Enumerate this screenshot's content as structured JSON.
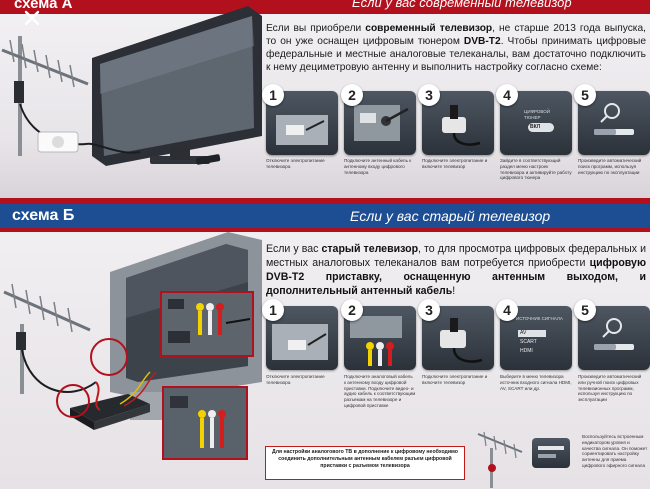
{
  "schemeA": {
    "label": "схема А",
    "title": "Если у вас современный телевизор",
    "para_1": "Если вы приобрели ",
    "para_bold1": "современный телевизор",
    "para_2": ", не старше 2013 года выпуска, то он уже оснащен цифровым тюнером ",
    "para_bold2": "DVB-T2",
    "para_3": ". Чтобы принимать цифровые федеральные и местные аналоговые телеканалы, вам достаточно подключить к нему дециметровую антенну и выполнить настройку согласно схеме:",
    "steps": [
      {
        "num": "1",
        "caption": "Отключите электропитание телевизора"
      },
      {
        "num": "2",
        "caption": "Подключите антенный кабель к антенному входу цифрового телевизора"
      },
      {
        "num": "3",
        "caption": "Подключите электропитание и включите телевизор"
      },
      {
        "num": "4",
        "caption": "Зайдите в соответствующий раздел меню настроек телевизора и активируйте работу цифрового тюнера",
        "screen_text": "ЦИФРОВОЙ ТЮНЕР",
        "toggle_text": "ВКЛ"
      },
      {
        "num": "5",
        "caption": "Произведите автоматический поиск программ, используя инструкцию по эксплуатации"
      }
    ]
  },
  "schemeB": {
    "label": "схема Б",
    "title": "Если у вас старый телевизор",
    "para_1": "Если у вас ",
    "para_bold1": "старый телевизор",
    "para_2": ", то для просмотра цифровых федеральных и местных аналоговых телеканалов вам потребуется приобрести ",
    "para_bold2": "цифровую DVB-T2 приставку, оснащенную антенным выходом, и дополнительный антенный кабель",
    "para_3": "!",
    "steps": [
      {
        "num": "1",
        "caption": "Отключите электропитание телевизора"
      },
      {
        "num": "2",
        "caption": "Подключите аналоговый кабель к антенному входу цифровой приставки. Подключите видео- и аудио кабель к соответствующим разъемам на телевизоре и цифровой приставке"
      },
      {
        "num": "3",
        "caption": "Подключите электропитание и включите телевизор"
      },
      {
        "num": "4",
        "caption": "Выберите в меню телевизора источник входного сигнала HDMI, AV, SCART или др.",
        "screen_title": "ИСТОЧНИК СИГНАЛА",
        "options": [
          "AV",
          "SCART",
          "HDMI"
        ]
      },
      {
        "num": "5",
        "caption": "Произведите автоматический или ручной поиск цифровых телевизионных программ, используя инструкцию по эксплуатации"
      }
    ],
    "note": "Для настройки аналогового ТВ в дополнение к цифровому необходимо соединить дополнительным антенным кабелем разъем цифровой приставки с разъемом телевизора",
    "side_note": "Воспользуйтесь встроенным индикатором уровня и качества сигнала. Он поможет сориентировать настройку антенны для приема цифрового эфирного сигнала"
  },
  "colors": {
    "red": "#b3101e",
    "blue": "#1d4e93"
  }
}
